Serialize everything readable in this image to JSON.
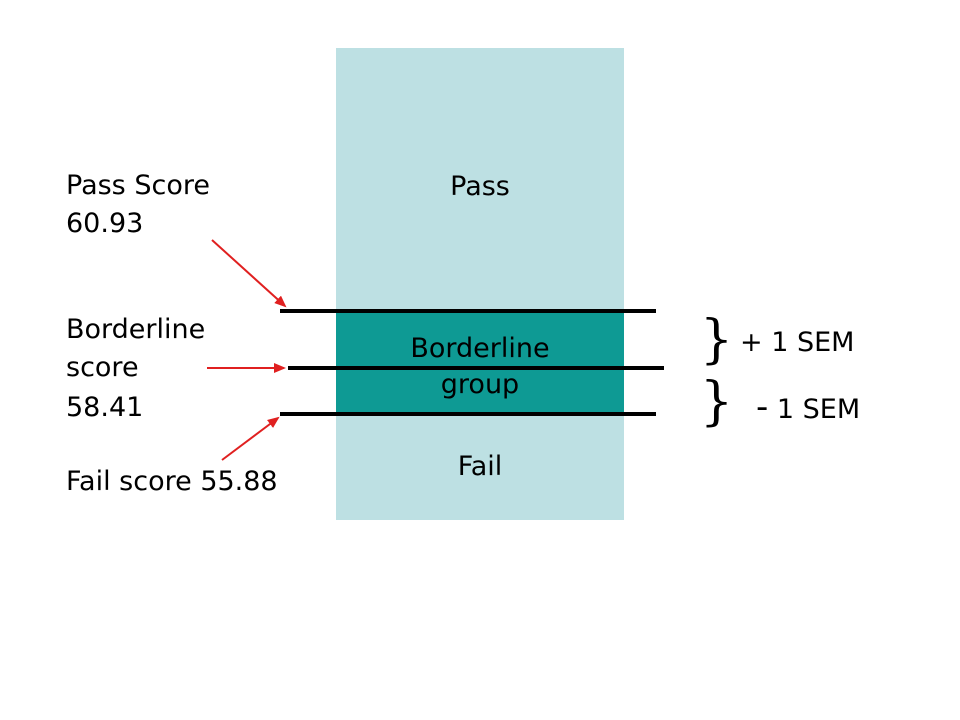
{
  "regions": {
    "pass": "Pass",
    "borderline_line1": "Borderline",
    "borderline_line2": "group",
    "fail": "Fail"
  },
  "labels": {
    "pass_score_line1": "Pass Score",
    "pass_score_line2": "60.93",
    "borderline_line1": "Borderline",
    "borderline_line2": "score",
    "borderline_line3": "58.41",
    "fail_score": "Fail score 55.88"
  },
  "sem": {
    "plus_sign": "+",
    "plus_text": "1 SEM",
    "minus_sign": "-",
    "minus_text": "1 SEM",
    "brace": "}"
  },
  "colors": {
    "column": "#bde0e3",
    "band": "#0e9a94",
    "arrow": "#e02020",
    "line": "#000000"
  }
}
